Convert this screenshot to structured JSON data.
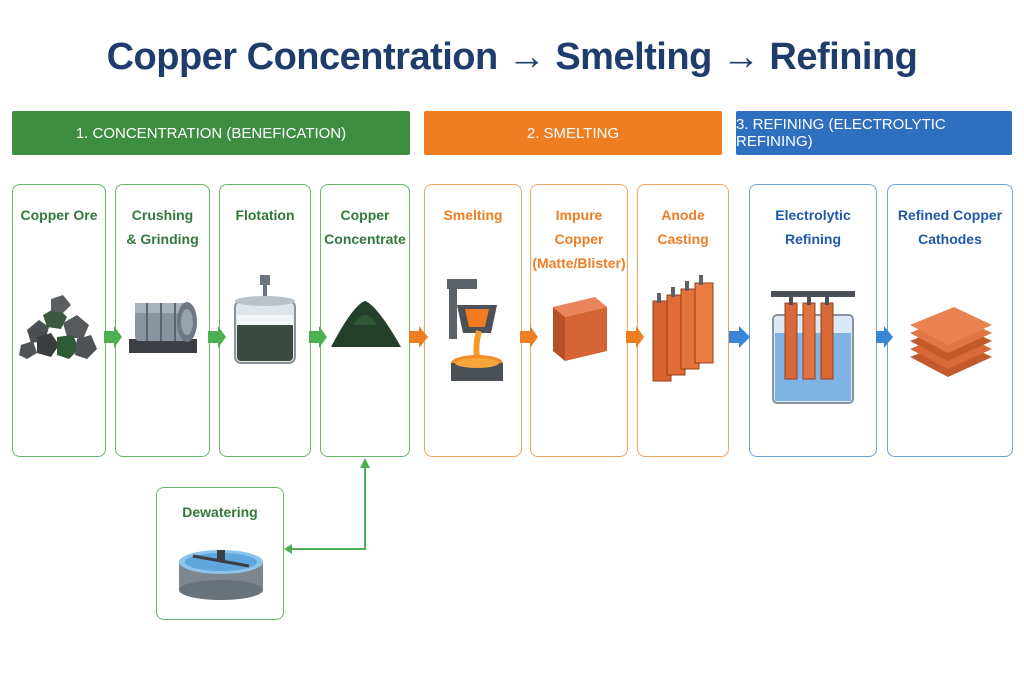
{
  "title": "Copper Concentration → Smelting → Refining",
  "stages": [
    {
      "label": "1. CONCENTRATION (BENEFICATION)",
      "color": "#3e8e41"
    },
    {
      "label": "2. SMELTING",
      "color": "#ef7d22"
    },
    {
      "label": "3. REFINING (ELECTROLYTIC REFINING)",
      "color": "#2f6fc0"
    }
  ],
  "steps": {
    "copper_ore": {
      "line1": "Copper Ore",
      "line2": ""
    },
    "crushing": {
      "line1": "Crushing",
      "line2": "& Grinding"
    },
    "flotation": {
      "line1": "Flotation",
      "line2": ""
    },
    "concentrate": {
      "line1": "Copper",
      "line2": "Concentrate"
    },
    "smelting": {
      "line1": "Smelting",
      "line2": ""
    },
    "impure_copper": {
      "line1": "Impure Copper",
      "line2": "(Matte/Blister)"
    },
    "anode_casting": {
      "line1": "Anode",
      "line2": "Casting"
    },
    "electrolytic": {
      "line1": "Electrolytic",
      "line2": "Refining"
    },
    "cathodes": {
      "line1": "Refined Copper",
      "line2": "Cathodes"
    },
    "dewatering": {
      "line1": "Dewatering",
      "line2": ""
    }
  },
  "colors": {
    "green": "#3e8e41",
    "green_text": "#2f7a3a",
    "orange": "#ef7d22",
    "blue": "#2f6fc0",
    "blue_text": "#1f5aa8"
  }
}
